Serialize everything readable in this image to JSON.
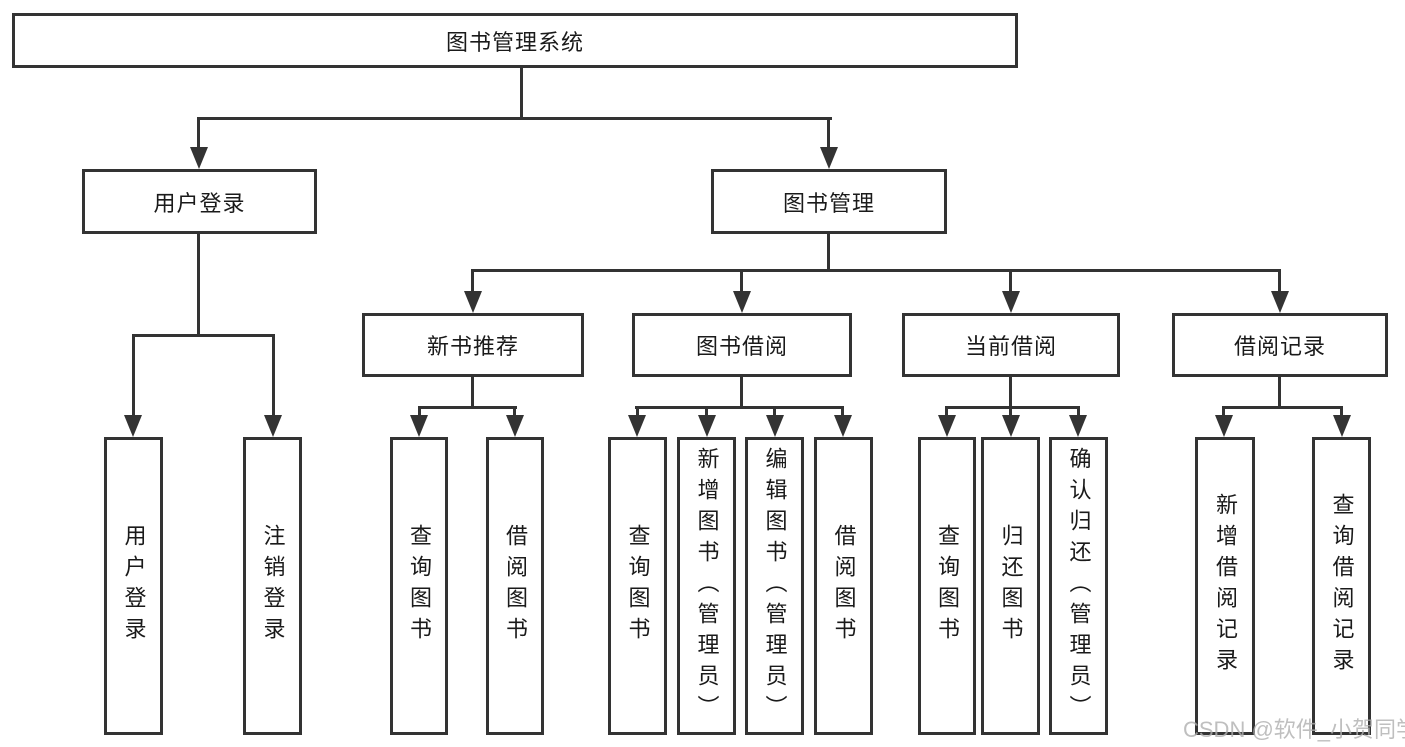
{
  "colors": {
    "line": "#333333",
    "box_background": "#ffffff",
    "text": "#1a1a1a",
    "watermark": "#b0b0b0"
  },
  "watermark": {
    "text": "CSDN @软件_小贺同学"
  },
  "tree": {
    "label": "图书管理系统",
    "children": [
      {
        "label": "用户登录",
        "children": [
          {
            "label": "用户登录"
          },
          {
            "label": "注销登录"
          }
        ]
      },
      {
        "label": "图书管理",
        "children": [
          {
            "label": "新书推荐",
            "children": [
              {
                "label": "查询图书"
              },
              {
                "label": "借阅图书"
              }
            ]
          },
          {
            "label": "图书借阅",
            "children": [
              {
                "label": "查询图书"
              },
              {
                "label": "新增图书（管理员）"
              },
              {
                "label": "编辑图书（管理员）"
              },
              {
                "label": "借阅图书"
              }
            ]
          },
          {
            "label": "当前借阅",
            "children": [
              {
                "label": "查询图书"
              },
              {
                "label": "归还图书"
              },
              {
                "label": "确认归还（管理员）"
              }
            ]
          },
          {
            "label": "借阅记录",
            "children": [
              {
                "label": "新增借阅记录"
              },
              {
                "label": "查询借阅记录"
              }
            ]
          }
        ]
      }
    ]
  }
}
